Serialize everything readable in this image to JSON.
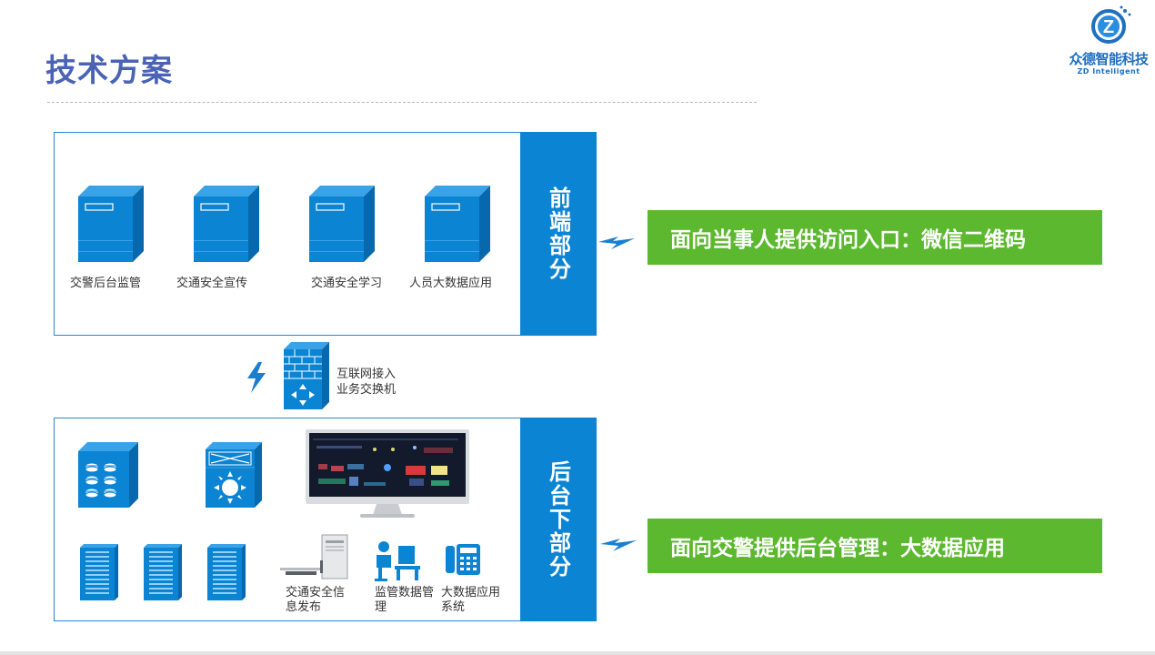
{
  "header": {
    "title": "技术方案",
    "logo_brand": "众德智能科技",
    "logo_sub": "ZD Intelligent",
    "logo_letter": "Z"
  },
  "front": {
    "side_label": "前端部分",
    "servers": [
      {
        "label": "交警后台监管"
      },
      {
        "label": "交通安全宣传"
      },
      {
        "label": "交通安全学习"
      },
      {
        "label": "人员大数据应用"
      }
    ],
    "callout": "面向当事人提供访问入口：微信二维码"
  },
  "switch": {
    "label_line1": "互联网接入",
    "label_line2": "业务交换机"
  },
  "back": {
    "side_label": "后台下部分",
    "labels": {
      "info_release": "交通安全信息发布",
      "monitor_data": "监管数据管理",
      "bigdata_system": "大数据应用系统"
    },
    "callout": "面向交警提供后台管理：大数据应用"
  },
  "colors": {
    "accent_blue": "#0b84d4",
    "title_blue": "#4a63b5",
    "green": "#5cb82e"
  }
}
